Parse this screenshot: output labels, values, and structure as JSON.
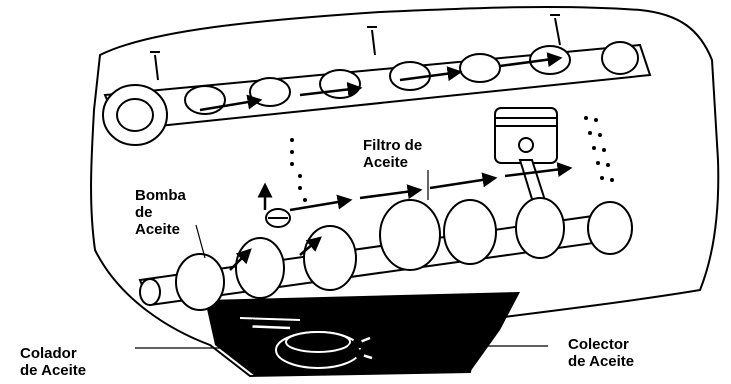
{
  "diagram": {
    "labels": {
      "bomba": [
        "Bomba",
        "de",
        "Aceite"
      ],
      "filtro": [
        "Filtro de",
        "Aceite"
      ],
      "colador": [
        "Colador",
        "de Aceite"
      ],
      "colector": [
        "Colector",
        "de Aceite"
      ]
    }
  },
  "colors": {
    "ink": "#000000",
    "paper": "#ffffff",
    "oil": "#000000"
  }
}
